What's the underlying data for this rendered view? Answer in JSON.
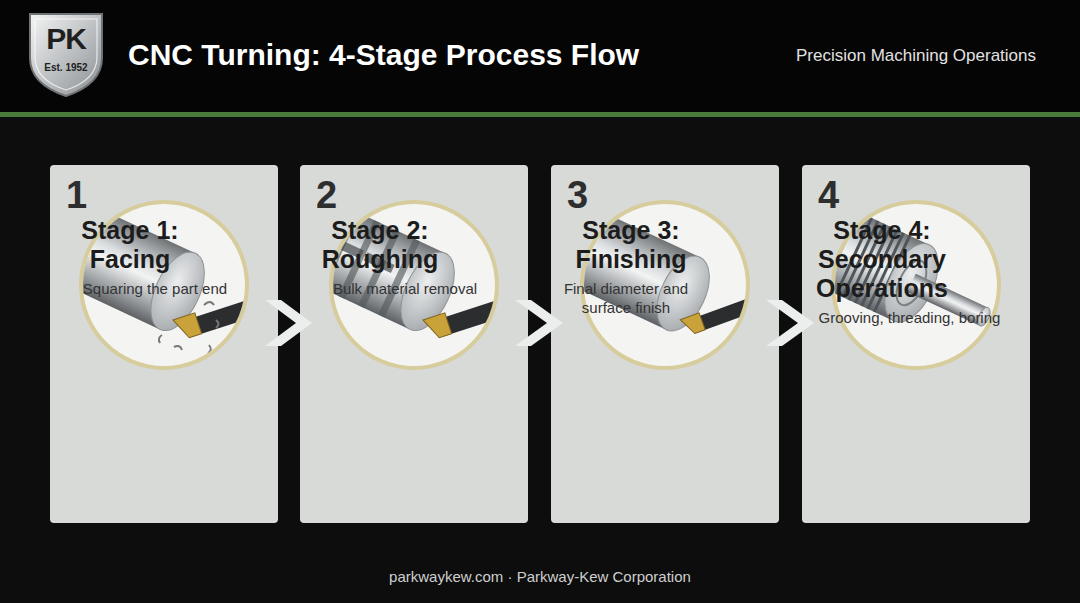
{
  "diagram": {
    "title": "CNC Turning: 4-Stage Process Flow",
    "nodes": [
      {
        "text": [
          "1",
          "Stage 1: Facing",
          "Squaring the part end"
        ]
      },
      {
        "text": [
          "2",
          "Stage 2: Roughing",
          "Bulk material removal"
        ]
      },
      {
        "text": [
          "3",
          "Stage 3: Finishing",
          "Final diameter and surface finish"
        ]
      },
      {
        "text": [
          "4",
          "Stage 4: Secondary Operations",
          "Grooving, threading, boring"
        ]
      }
    ],
    "edges": [
      {
        "from": 0,
        "to": 1,
        "arrow": "to"
      },
      {
        "from": 1,
        "to": 2,
        "arrow": "to"
      },
      {
        "from": 2,
        "to": 3,
        "arrow": "to"
      }
    ],
    "labels": [
      "PK",
      "Est. 1952",
      "Precision Machining Operations",
      "parkwaykew.com · Parkway-Kew Corporation"
    ]
  }
}
